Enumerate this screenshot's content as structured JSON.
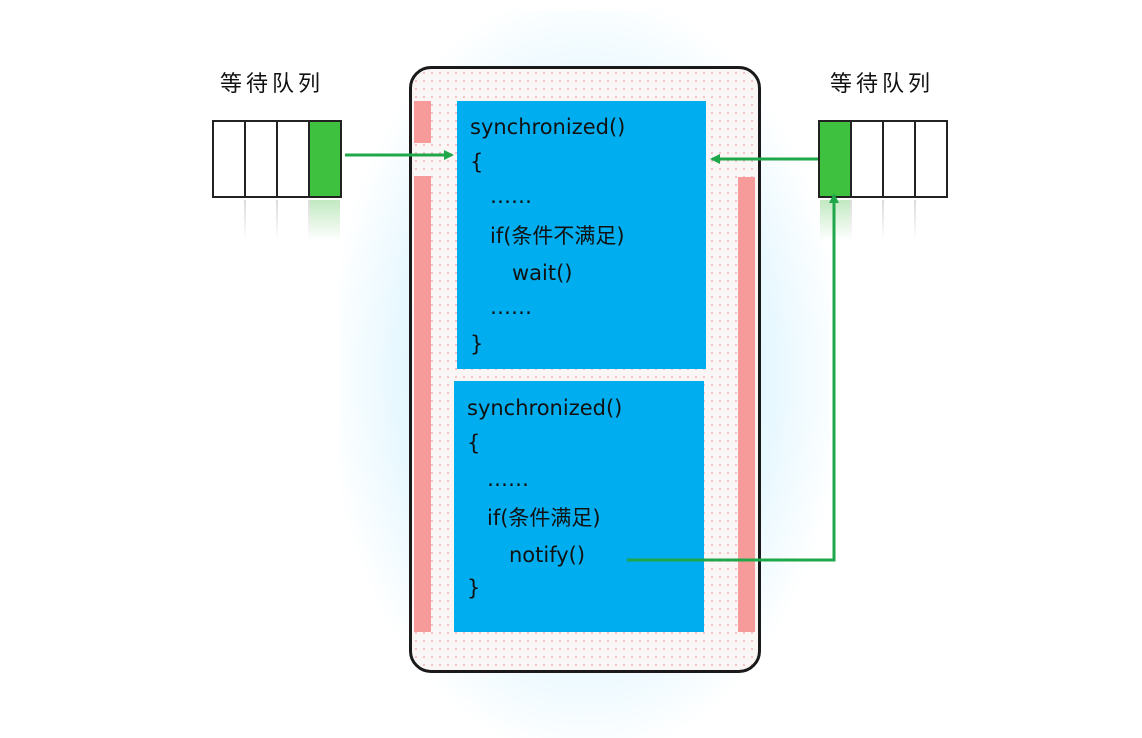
{
  "left_queue": {
    "title": "等待队列",
    "cells": [
      {
        "filled": false
      },
      {
        "filled": false
      },
      {
        "filled": false
      },
      {
        "filled": true
      }
    ]
  },
  "right_queue": {
    "title": "等待队列",
    "cells": [
      {
        "filled": true
      },
      {
        "filled": false
      },
      {
        "filled": false
      },
      {
        "filled": false
      }
    ]
  },
  "top_block": {
    "lines": [
      "synchronized()",
      "{",
      "……",
      "if(条件不满足)",
      "wait()",
      "……",
      "}"
    ]
  },
  "bottom_block": {
    "lines": [
      "synchronized()",
      "{",
      "……",
      "if(条件满足)",
      "notify()",
      "}"
    ]
  },
  "colors": {
    "code_block": "#00adef",
    "queue_filled": "#3ec13e",
    "arrow": "#1fa84a",
    "bar": "#f79a9a",
    "monitor_border": "#1a1a1a"
  }
}
